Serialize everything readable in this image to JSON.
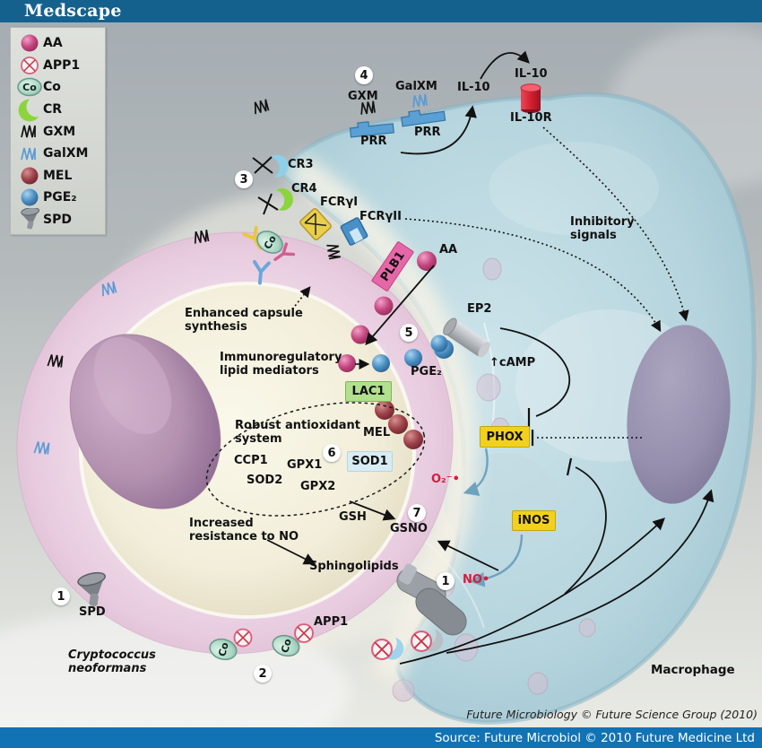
{
  "palette": {
    "header_blue": "#15618e",
    "footer_blue": "#1173b4",
    "macrophage_blue": "#b9d6de",
    "capsule_pink": "#ecd7e6",
    "cytoplasm_cream": "#f3efdc",
    "nucleus_mauve": "#a788a3",
    "phox_yellow": "#f2d11e",
    "lac1_green": "#b2e08e",
    "sod1_blue": "#d8ecf4",
    "plb1_pink": "#e667a8",
    "il10r_red": "#d42030",
    "radical_red": "#d81b3c"
  },
  "header": {
    "brand": "Medscape"
  },
  "footer": {
    "source": "Source: Future Microbiol © 2010 Future Medicine Ltd"
  },
  "legend": {
    "items": [
      {
        "icon": "aa-sphere-icon",
        "label": "AA"
      },
      {
        "icon": "app1-icon",
        "label": "APP1"
      },
      {
        "icon": "co-icon",
        "label": "Co"
      },
      {
        "icon": "cr-crescent-icon",
        "label": "CR"
      },
      {
        "icon": "gxm-zigzag-icon",
        "label": "GXM"
      },
      {
        "icon": "galxm-zigzag-icon",
        "label": "GalXM"
      },
      {
        "icon": "mel-sphere-icon",
        "label": "MEL"
      },
      {
        "icon": "pge2-sphere-icon",
        "label": "PGE₂"
      },
      {
        "icon": "spd-funnel-icon",
        "label": "SPD"
      }
    ]
  },
  "figure": {
    "credit": "Future Microbiology © Future Science Group (2010)",
    "macrophage_label": "Macrophage",
    "pathogen_label": "Cryptococcus neoformans",
    "inhibitory_signals": "Inhibitory signals",
    "annotations": {
      "enhanced_capsule": "Enhanced capsule synthesis",
      "immunoregulatory": "Immunoregulatory lipid mediators",
      "robust_antioxidant": "Robust antioxidant system",
      "increased_resistance": "Increased resistance to NO",
      "sphingolipids": "Sphingolipids"
    },
    "receptors": {
      "cr3": "CR3",
      "cr4": "CR4",
      "fcr_gamma_1": "FCRγI",
      "fcr_gamma_2": "FCRγII",
      "prr_left": "PRR",
      "prr_right": "PRR",
      "ep2": "EP2",
      "il10r": "IL-10R"
    },
    "molecules": {
      "gxm": "GXM",
      "galxm": "GalXM",
      "il10_released": "IL-10",
      "il10_bound": "IL-10",
      "plb1": "PLB1",
      "aa": "AA",
      "pge2": "PGE₂",
      "camp": "↑cAMP",
      "lac1": "LAC1",
      "mel": "MEL",
      "sod1": "SOD1",
      "ccp1": "CCP1",
      "gpx1": "GPX1",
      "sod2": "SOD2",
      "gpx2": "GPX2",
      "gsh": "GSH",
      "gsno": "GSNO",
      "superoxide": "O₂⁻•",
      "nitric_oxide": "NO•",
      "phox": "PHOX",
      "inos": "iNOS",
      "spd": "SPD",
      "app1": "APP1",
      "co": "Co"
    },
    "step_markers": {
      "s1": "1",
      "s2": "2",
      "s3": "3",
      "s4": "4",
      "s5": "5",
      "s6": "6",
      "s7": "7"
    }
  }
}
